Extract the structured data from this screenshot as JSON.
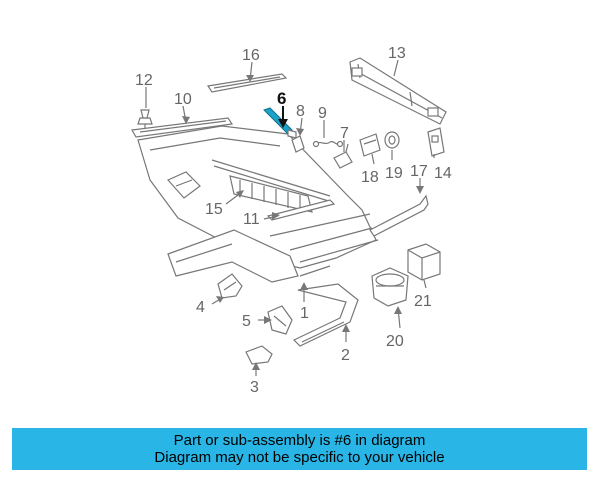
{
  "callouts": [
    {
      "id": "1",
      "label": "1"
    },
    {
      "id": "2",
      "label": "2"
    },
    {
      "id": "3",
      "label": "3"
    },
    {
      "id": "4",
      "label": "4"
    },
    {
      "id": "5",
      "label": "5"
    },
    {
      "id": "6",
      "label": "6"
    },
    {
      "id": "7",
      "label": "7"
    },
    {
      "id": "8",
      "label": "8"
    },
    {
      "id": "9",
      "label": "9"
    },
    {
      "id": "10",
      "label": "10"
    },
    {
      "id": "11",
      "label": "11"
    },
    {
      "id": "12",
      "label": "12"
    },
    {
      "id": "13",
      "label": "13"
    },
    {
      "id": "14",
      "label": "14"
    },
    {
      "id": "15",
      "label": "15"
    },
    {
      "id": "16",
      "label": "16"
    },
    {
      "id": "17",
      "label": "17"
    },
    {
      "id": "18",
      "label": "18"
    },
    {
      "id": "19",
      "label": "19"
    },
    {
      "id": "20",
      "label": "20"
    },
    {
      "id": "21",
      "label": "21"
    }
  ],
  "highlighted_part": "6",
  "highlight_color": "#1aa3c9",
  "banner": {
    "line1": "Part or sub-assembly is #6 in diagram",
    "line2": "Diagram may not be specific to your vehicle",
    "background": "#29b6e6"
  }
}
